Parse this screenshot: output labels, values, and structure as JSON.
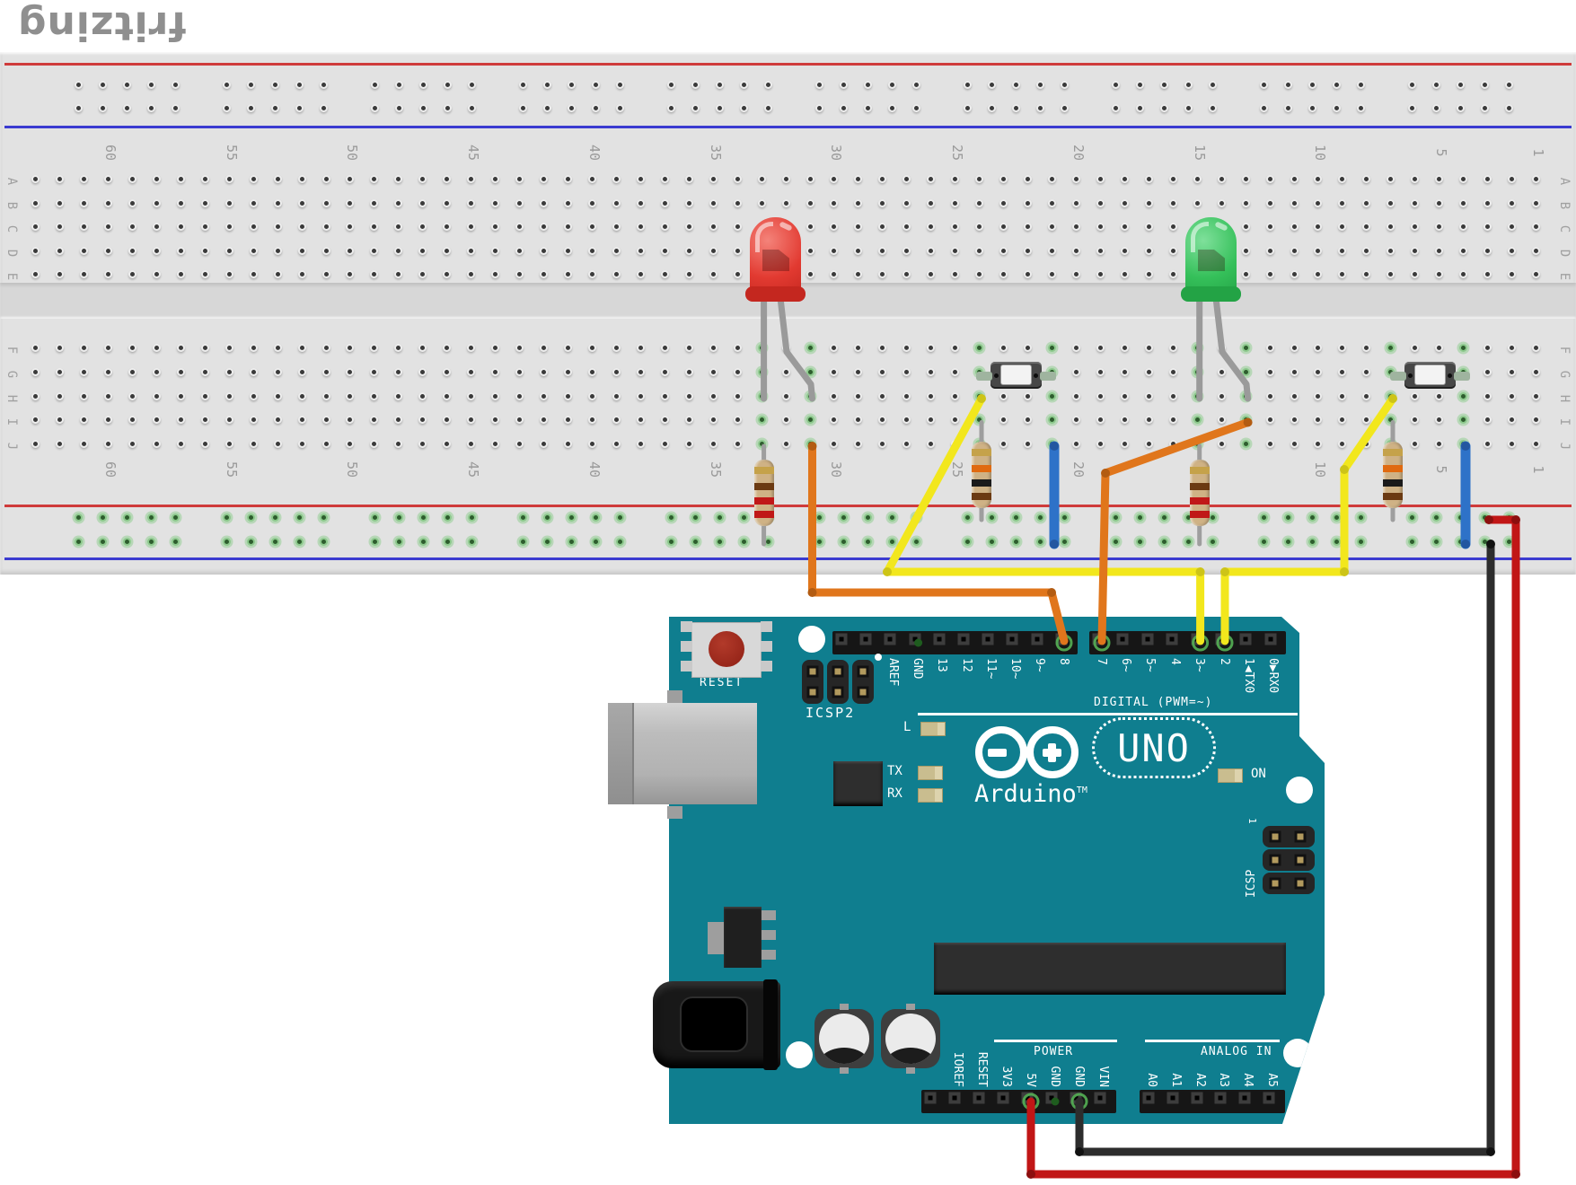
{
  "logo": {
    "text": "fritzing"
  },
  "breadboard": {
    "column_labels": [
      "60",
      "55",
      "50",
      "45",
      "40",
      "35",
      "30",
      "25",
      "20",
      "15",
      "10",
      "5",
      "1"
    ],
    "row_letters_top": [
      "A",
      "B",
      "C",
      "D",
      "E"
    ],
    "row_letters_bottom": [
      "F",
      "G",
      "H",
      "I",
      "J"
    ]
  },
  "arduino": {
    "reset_label": "RESET",
    "icsp2_label": "ICSP2",
    "pwm_label": "DIGITAL (PWM=~)",
    "digital_labels_left": [
      "",
      "",
      "AREF",
      "GND",
      "13",
      "12",
      "11~",
      "10~",
      "9~",
      "8"
    ],
    "digital_labels_right": [
      "7",
      "6~",
      "5~",
      "4",
      "3~",
      "2",
      "1◀TX0",
      "0▶RX0"
    ],
    "led_l_label": "L",
    "led_tx_label": "TX",
    "led_rx_label": "RX",
    "on_label": "ON",
    "brand": "Arduino",
    "tm": "TM",
    "uno_label": "UNO",
    "icsp_label": "ICSP",
    "icsp_pin1_label": "1",
    "power_label": "POWER",
    "power_pin_labels": [
      "",
      "IOREF",
      "RESET",
      "3V3",
      "5V",
      "GND",
      "GND",
      "VIN"
    ],
    "analog_label": "ANALOG IN",
    "analog_pin_labels": [
      "A0",
      "A1",
      "A2",
      "A3",
      "A4",
      "A5"
    ],
    "board_color": "#0f7e8f"
  },
  "components": {
    "leds": [
      {
        "name": "red-led",
        "lt": "#f4837a",
        "mid": "#e23a31",
        "dk": "#c4271f"
      },
      {
        "name": "green-led",
        "lt": "#7fe09b",
        "mid": "#35c05a",
        "dk": "#23a345"
      }
    ],
    "pushbuttons": [
      {
        "name": "pushbutton-1"
      },
      {
        "name": "pushbutton-2"
      }
    ],
    "resistors": [
      {
        "name": "resistor-red-led",
        "bands": [
          "gold",
          "brown",
          "red",
          "red"
        ]
      },
      {
        "name": "resistor-button-1",
        "bands": [
          "gold",
          "orange",
          "black",
          "brown"
        ]
      },
      {
        "name": "resistor-green-led",
        "bands": [
          "gold",
          "brown",
          "red",
          "red"
        ]
      },
      {
        "name": "resistor-button-2",
        "bands": [
          "gold",
          "orange",
          "black",
          "brown"
        ]
      }
    ],
    "wires": [
      {
        "name": "wire-blue-button-1",
        "color": "#2e72c8"
      },
      {
        "name": "wire-blue-button-2",
        "color": "#2e72c8"
      },
      {
        "name": "wire-yellow-button-1",
        "color": "#f2e71d"
      },
      {
        "name": "wire-yellow-button-2",
        "color": "#f2e71d"
      },
      {
        "name": "wire-orange-led-red",
        "color": "#e0761c"
      },
      {
        "name": "wire-orange-led-green",
        "color": "#e0761c"
      },
      {
        "name": "wire-red-5v",
        "color": "#c11616"
      },
      {
        "name": "wire-black-gnd",
        "color": "#2d2d2d"
      }
    ]
  }
}
